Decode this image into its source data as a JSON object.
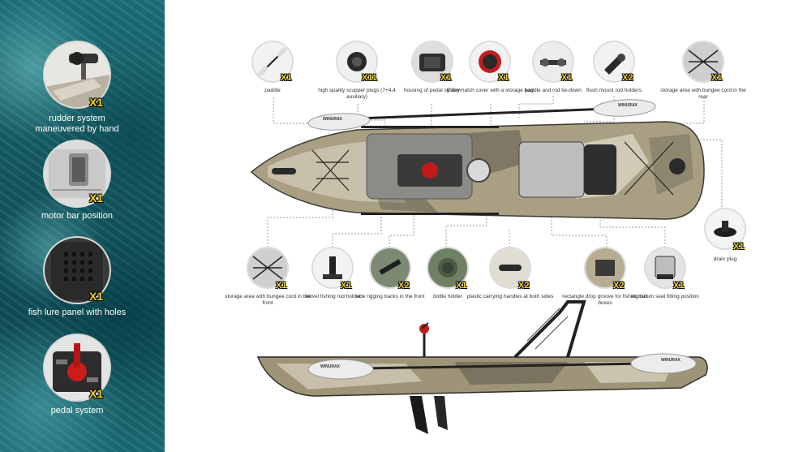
{
  "left_features": [
    {
      "qty": "X1",
      "label_line1": "rudder system",
      "label_line2": "maneuvered by hand"
    },
    {
      "qty": "X1",
      "label_line1": "motor bar position",
      "label_line2": ""
    },
    {
      "qty": "X1",
      "label_line1": "fish lure panel with holes",
      "label_line2": ""
    },
    {
      "qty": "X1",
      "label_line1": "pedal system",
      "label_line2": ""
    }
  ],
  "top_items": [
    {
      "qty": "X1",
      "label": "paddle"
    },
    {
      "qty": "X11",
      "label": "high quality scupper plugs (7+4,4 auxiliary)"
    },
    {
      "qty": "X1",
      "label": "housing of pedal system"
    },
    {
      "qty": "X1",
      "label": "6\"day hatch cover with a storage bag"
    },
    {
      "qty": "X1",
      "label": "paddle and rod tie-down"
    },
    {
      "qty": "X2",
      "label": "flush mount rod holders"
    },
    {
      "qty": "X1",
      "label": "storage area with bungee cord in the rear"
    }
  ],
  "right_items": [
    {
      "qty": "X1",
      "label": "drain plug"
    }
  ],
  "bottom_items": [
    {
      "qty": "X1",
      "label": "storage area with bungee cord in the front"
    },
    {
      "qty": "X1",
      "label": "swivel fishing rod holder"
    },
    {
      "qty": "X2",
      "label": "side rigging tracks in the front"
    },
    {
      "qty": "X1",
      "label": "bottle holder"
    },
    {
      "qty": "X2",
      "label": "plastic carrying handles at both sides"
    },
    {
      "qty": "X2",
      "label": "rectangle drop groove for fishing bait boxes"
    },
    {
      "qty": "X1",
      "label": "aluminum seat fitting position"
    }
  ],
  "brand_logo_text": "WINURAX",
  "colors": {
    "qty_yellow": "#f4d21a",
    "panel_teal": "#13575f"
  }
}
